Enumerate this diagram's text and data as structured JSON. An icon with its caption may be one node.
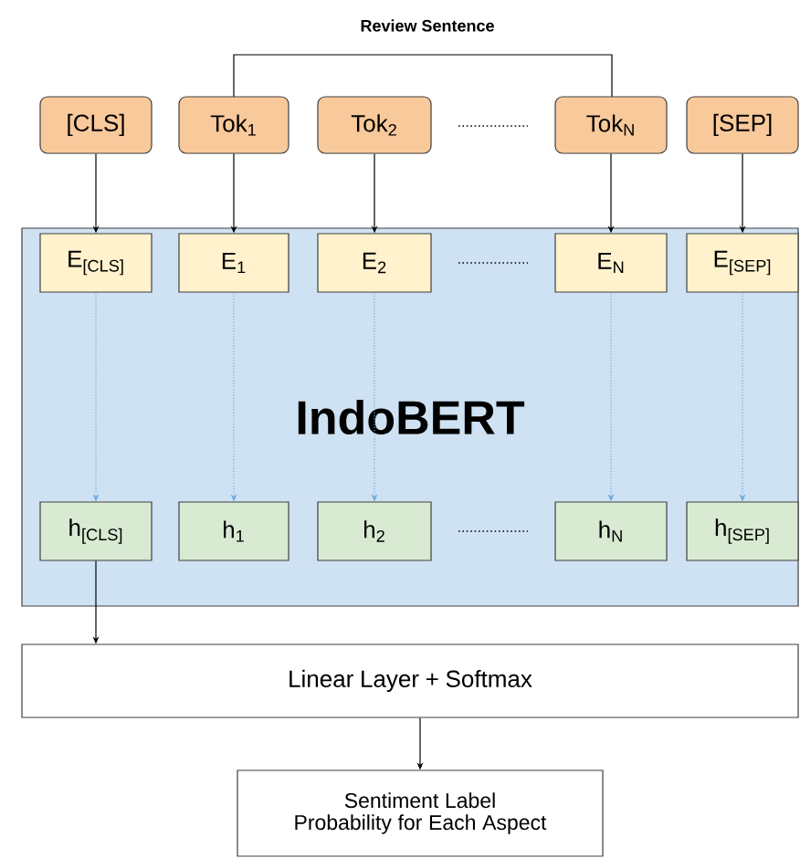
{
  "diagram": {
    "title": "Review Sentence",
    "nodes": [
      {
        "text": [
          "[CLS]"
        ]
      },
      {
        "text": [
          "Tok$_{1}$"
        ]
      },
      {
        "text": [
          "Tok$_{2}$"
        ]
      },
      {
        "text": [
          "Tok$_{N}$"
        ]
      },
      {
        "text": [
          "[SEP]"
        ]
      },
      {
        "text": [
          "IndoBERT"
        ]
      },
      {
        "text": [
          "E$_{[CLS]}$"
        ],
        "in": 5
      },
      {
        "text": [
          "E$_{1}$"
        ],
        "in": 5
      },
      {
        "text": [
          "E$_{2}$"
        ],
        "in": 5
      },
      {
        "text": [
          "E$_{N}$"
        ],
        "in": 5
      },
      {
        "text": [
          "E$_{[SEP]}$"
        ],
        "in": 5
      },
      {
        "text": [
          "h$_{[CLS]}$"
        ],
        "in": 5
      },
      {
        "text": [
          "h$_{1}$"
        ],
        "in": 5
      },
      {
        "text": [
          "h$_{2}$"
        ],
        "in": 5
      },
      {
        "text": [
          "h$_{N}$"
        ],
        "in": 5
      },
      {
        "text": [
          "h$_{[SEP]}$"
        ],
        "in": 5
      },
      {
        "text": [
          "Linear Layer + Softmax"
        ]
      },
      {
        "text": [
          "Sentiment Label Probability for Each Aspect"
        ]
      }
    ],
    "edges": [
      {
        "from": 0,
        "to": 6,
        "arrow": "to"
      },
      {
        "from": 1,
        "to": 7,
        "arrow": "to"
      },
      {
        "from": 2,
        "to": 8,
        "arrow": "to"
      },
      {
        "from": 3,
        "to": 9,
        "arrow": "to"
      },
      {
        "from": 4,
        "to": 10,
        "arrow": "to"
      },
      {
        "from": 6,
        "to": 11,
        "arrow": "to",
        "style": "dashed",
        "color": "#6fa8dc"
      },
      {
        "from": 7,
        "to": 12,
        "arrow": "to",
        "style": "dashed",
        "color": "#6fa8dc"
      },
      {
        "from": 8,
        "to": 13,
        "arrow": "to",
        "style": "dashed",
        "color": "#6fa8dc"
      },
      {
        "from": 9,
        "to": 14,
        "arrow": "to",
        "style": "dashed",
        "color": "#6fa8dc"
      },
      {
        "from": 10,
        "to": 15,
        "arrow": "to",
        "style": "dashed",
        "color": "#6fa8dc"
      },
      {
        "from": 11,
        "to": 16,
        "arrow": "to"
      },
      {
        "from": 16,
        "to": 17,
        "arrow": "to"
      }
    ]
  }
}
